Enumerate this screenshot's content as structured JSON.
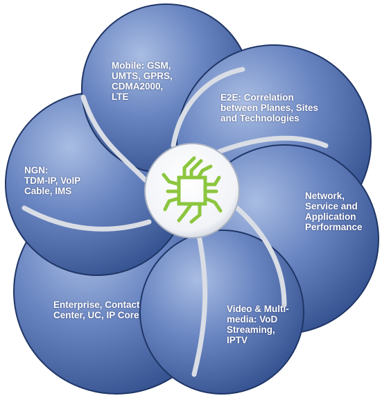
{
  "diagram": {
    "center_logo": "green-chip-logo",
    "colors": {
      "petal_light": "#8fa6d4",
      "petal_mid": "#5b77b4",
      "petal_dark": "#2f4c8a",
      "rim": "#1f3566",
      "swirl": "#d9dde5",
      "logo_green": "#8cc63f"
    },
    "petals": [
      {
        "id": "mobile",
        "label": "Mobile: GSM,\nUMTS, GPRS,\nCDMA2000,\nLTE"
      },
      {
        "id": "e2e",
        "label": "E2E: Correlation\nbetween Planes, Sites\nand Technologies"
      },
      {
        "id": "network",
        "label": "Network,\nService and\nApplication\nPerformance"
      },
      {
        "id": "video",
        "label": "Video & Multi-\nmedia: VoD\nStreaming,\nIPTV"
      },
      {
        "id": "enterprise",
        "label": "Enterprise, Contact\nCenter, UC, IP Core"
      },
      {
        "id": "ngn",
        "label": "NGN:\nTDM-IP, VoIP\nCable, IMS"
      }
    ]
  }
}
